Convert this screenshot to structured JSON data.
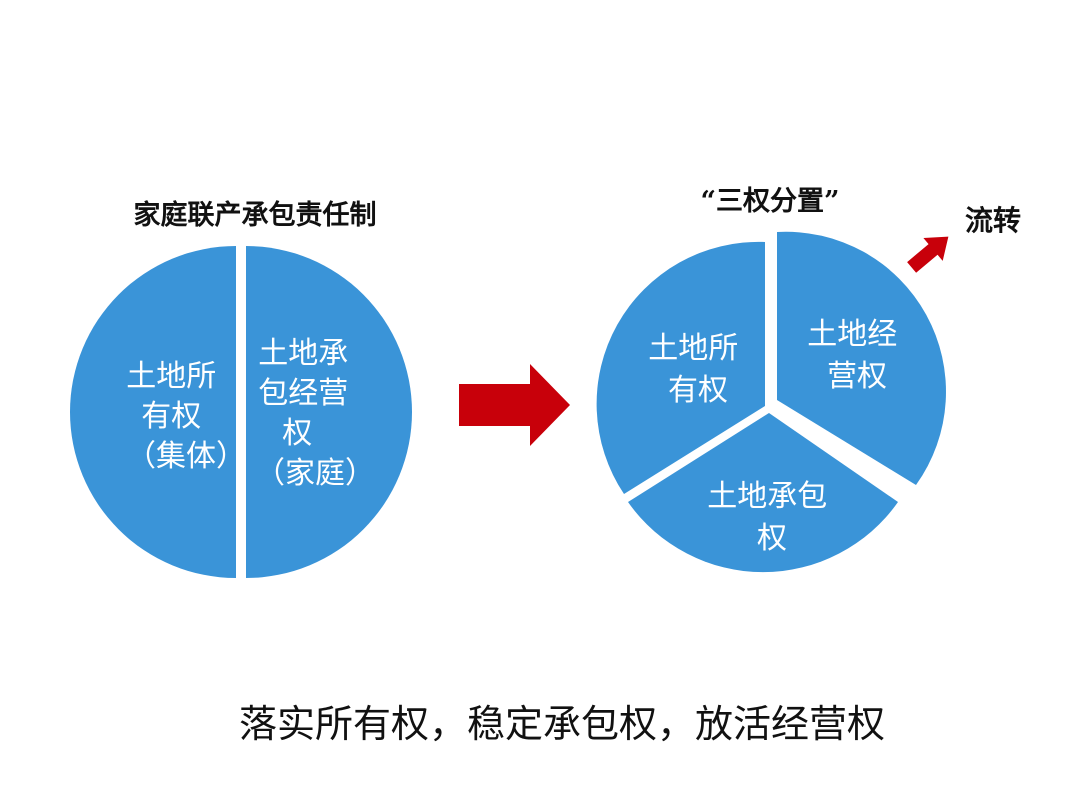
{
  "left_diagram": {
    "title": "家庭联产承包责任制",
    "left_half": {
      "lines": [
        "土地所",
        "有权",
        "（集体）"
      ]
    },
    "right_half": {
      "lines": [
        "土地承",
        "包经营",
        "权",
        "（家庭）"
      ]
    }
  },
  "right_diagram": {
    "title": "“三权分置”",
    "ownership": {
      "lines": [
        "土地所",
        "有权"
      ]
    },
    "management": {
      "lines": [
        "土地经",
        "营权"
      ]
    },
    "contract": {
      "lines": [
        "土地承包",
        "权"
      ]
    },
    "transfer_label": "流转"
  },
  "caption": "落实所有权，稳定承包权，放活经营权",
  "colors": {
    "pie_blue": "#3a94d8",
    "arrow_red": "#c8000a",
    "text_dark": "#111111",
    "text_white": "#ffffff"
  }
}
